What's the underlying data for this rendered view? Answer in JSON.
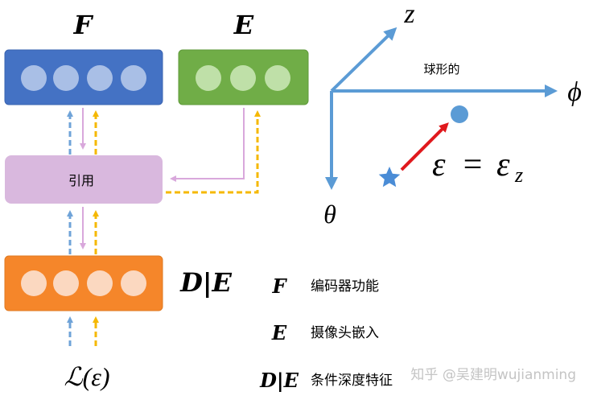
{
  "left_diagram": {
    "f_label": "F",
    "e_label": "E",
    "ref_label": "引用",
    "d_label": "D|E",
    "loss_label": "ℒ(ε)",
    "colors": {
      "f_box": "#4472c4",
      "e_box": "#70ad47",
      "ref_box": "#d9b8de",
      "d_box": "#f5862a",
      "blue_arrow": "#6fa3d8",
      "yellow_arrow": "#f5b800",
      "pink_arrow": "#d9a8dc"
    }
  },
  "legend": [
    {
      "symbol": "F",
      "text": "编码器功能"
    },
    {
      "symbol": "E",
      "text": "摄像头嵌入"
    },
    {
      "symbol": "D|E",
      "text": "条件深度特征"
    }
  ],
  "axes_diagram": {
    "z_label": "z",
    "phi_label": "ϕ",
    "theta_label": "θ",
    "spherical_label": "球形的",
    "equation_lhs": "ε",
    "equation_eq": "=",
    "equation_rhs": "ε",
    "equation_sub": "z",
    "colors": {
      "axis": "#5b9bd5",
      "vector": "#e0191d",
      "point": "#5b9bd5"
    }
  },
  "watermark": "知乎 @吴建明wujianming"
}
